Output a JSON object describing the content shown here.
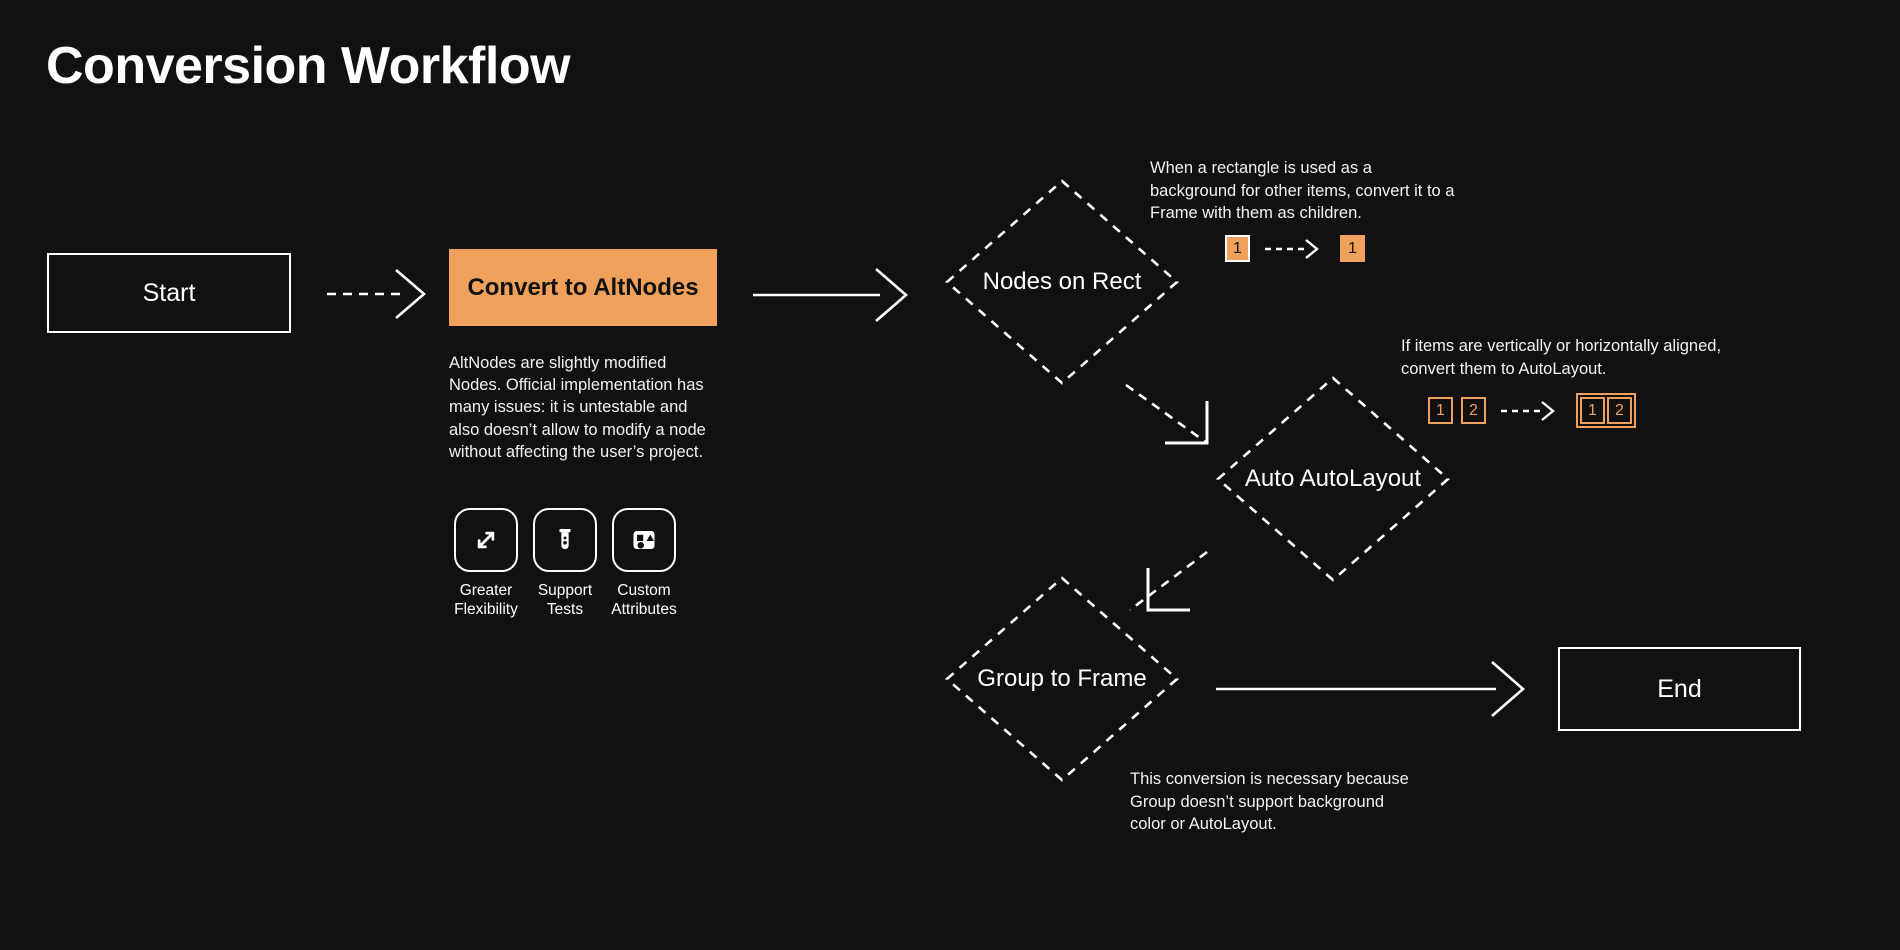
{
  "page": {
    "title": "Conversion Workflow",
    "background_color": "#111111",
    "accent_color": "#efa05a",
    "text_color": "#ffffff"
  },
  "nodes": {
    "start": {
      "label": "Start",
      "shape": "rectangle"
    },
    "convert": {
      "label": "Convert to AltNodes",
      "shape": "rectangle",
      "fill": "#efa05a"
    },
    "nodes_on_rect": {
      "label": "Nodes on Rect",
      "shape": "diamond"
    },
    "auto_autolayout": {
      "label": "Auto AutoLayout",
      "shape": "diamond"
    },
    "group_to_frame": {
      "label": "Group to Frame",
      "shape": "diamond"
    },
    "end": {
      "label": "End",
      "shape": "rectangle"
    }
  },
  "convert_details": {
    "description": "AltNodes are slightly modified Nodes. Official implementation has many issues: it is untestable and also doesn’t allow to modify a node without affecting the user’s project.",
    "features": [
      {
        "icon": "expand-arrows-icon",
        "label": "Greater Flexibility"
      },
      {
        "icon": "test-tube-icon",
        "label": "Support Tests"
      },
      {
        "icon": "shapes-icon",
        "label": "Custom Attributes"
      }
    ]
  },
  "annotations": {
    "rect_to_frame": {
      "text": "When a rectangle is used as a background for other items, convert it to a Frame with them as children.",
      "example": {
        "before": [
          {
            "number": "1",
            "style": "fill-outline"
          }
        ],
        "after": [
          {
            "number": "1",
            "style": "fill-plain"
          }
        ],
        "after_framed": false
      }
    },
    "autolayout": {
      "text": "If items are vertically or horizontally aligned, convert them to AutoLayout.",
      "example": {
        "before": [
          {
            "number": "1",
            "style": "outline"
          },
          {
            "number": "2",
            "style": "outline"
          }
        ],
        "after": [
          {
            "number": "1",
            "style": "outline"
          },
          {
            "number": "2",
            "style": "outline"
          }
        ],
        "after_framed": true
      }
    },
    "group_to_frame": {
      "text": "This conversion is necessary because Group doesn’t support background color or AutoLayout."
    }
  },
  "connectors": [
    {
      "from": "start",
      "to": "convert",
      "style": "dashed",
      "direction": "right"
    },
    {
      "from": "convert",
      "to": "nodes_on_rect",
      "style": "solid",
      "direction": "right"
    },
    {
      "from": "nodes_on_rect",
      "to": "auto_autolayout",
      "style": "dashed",
      "direction": "down-right"
    },
    {
      "from": "auto_autolayout",
      "to": "group_to_frame",
      "style": "dashed",
      "direction": "down-left"
    },
    {
      "from": "group_to_frame",
      "to": "end",
      "style": "solid",
      "direction": "right"
    }
  ]
}
